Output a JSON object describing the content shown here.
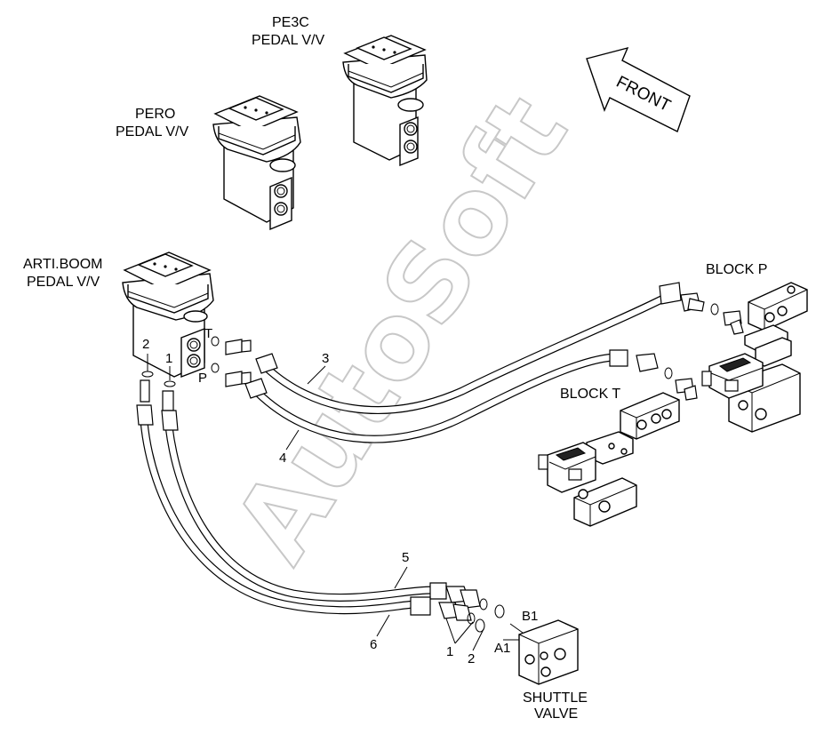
{
  "labels": {
    "pe3c_line1": "PE3C",
    "pe3c_line2": "PEDAL V/V",
    "pero_line1": "PERO",
    "pero_line2": "PEDAL V/V",
    "arti_line1": "ARTI.BOOM",
    "arti_line2": "PEDAL V/V",
    "front": "FRONT",
    "block_p": "BLOCK P",
    "block_t": "BLOCK T",
    "shuttle_line1": "SHUTTLE",
    "shuttle_line2": "VALVE",
    "port_t": "T",
    "port_p": "P",
    "port_2": "2",
    "port_1": "1",
    "port_b1": "B1",
    "port_a1": "A1"
  },
  "callouts": {
    "c1": "1",
    "c2": "2",
    "c3": "3",
    "c4": "4",
    "c5": "5",
    "c6": "6"
  },
  "watermark": "AutoSoft",
  "colors": {
    "line": "#000000",
    "background": "#ffffff",
    "watermark_outline": "#c8c8c8"
  }
}
